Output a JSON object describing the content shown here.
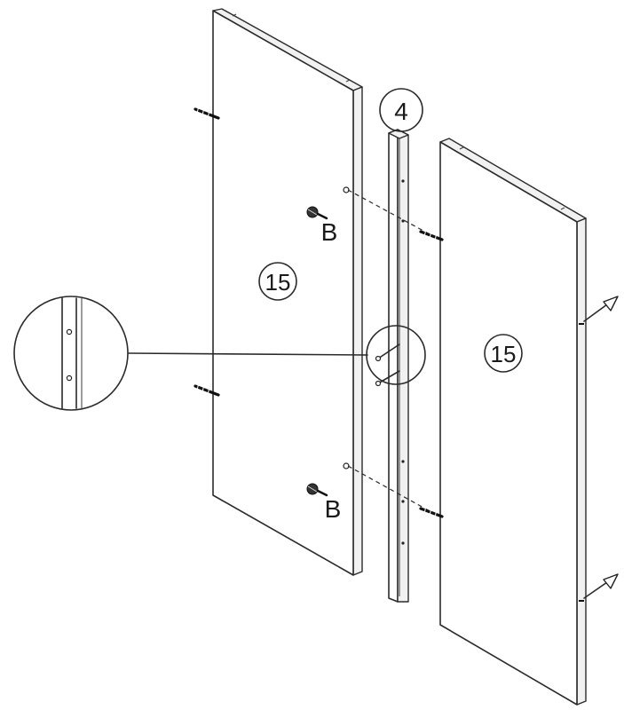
{
  "parts": {
    "left_panel_label": "15",
    "right_panel_label": "15",
    "post_label": "4"
  },
  "fasteners": {
    "top_label": "B",
    "bottom_label": "B"
  }
}
